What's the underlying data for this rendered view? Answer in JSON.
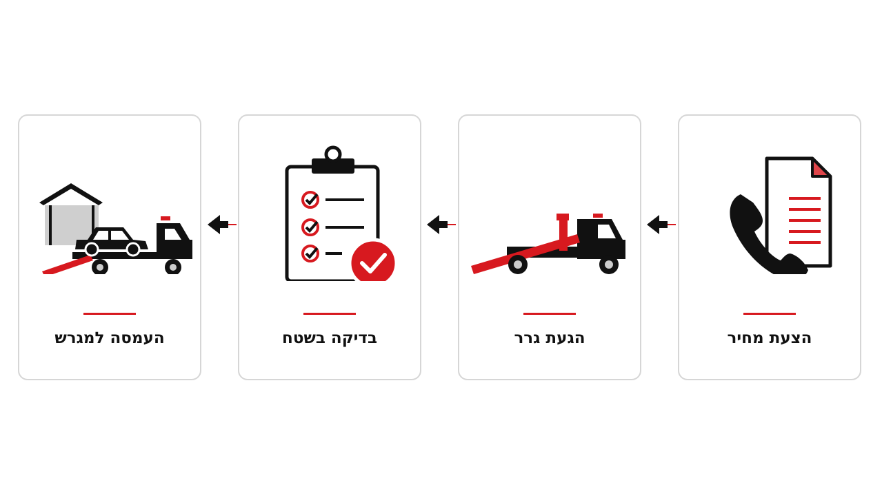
{
  "steps": [
    {
      "label": "הצעת מחיר",
      "icon": "phone-document-icon"
    },
    {
      "label": "הגעת גרר",
      "icon": "tow-truck-icon"
    },
    {
      "label": "בדיקה בשטח",
      "icon": "clipboard-checklist-icon"
    },
    {
      "label": "העמסה למגרש",
      "icon": "tow-truck-garage-icon"
    }
  ],
  "flow_direction": "right-to-left",
  "colors": {
    "accent": "#d7191f",
    "icon": "#111111",
    "card_border": "#d6d6d6",
    "garage": "#cfcfcf"
  }
}
